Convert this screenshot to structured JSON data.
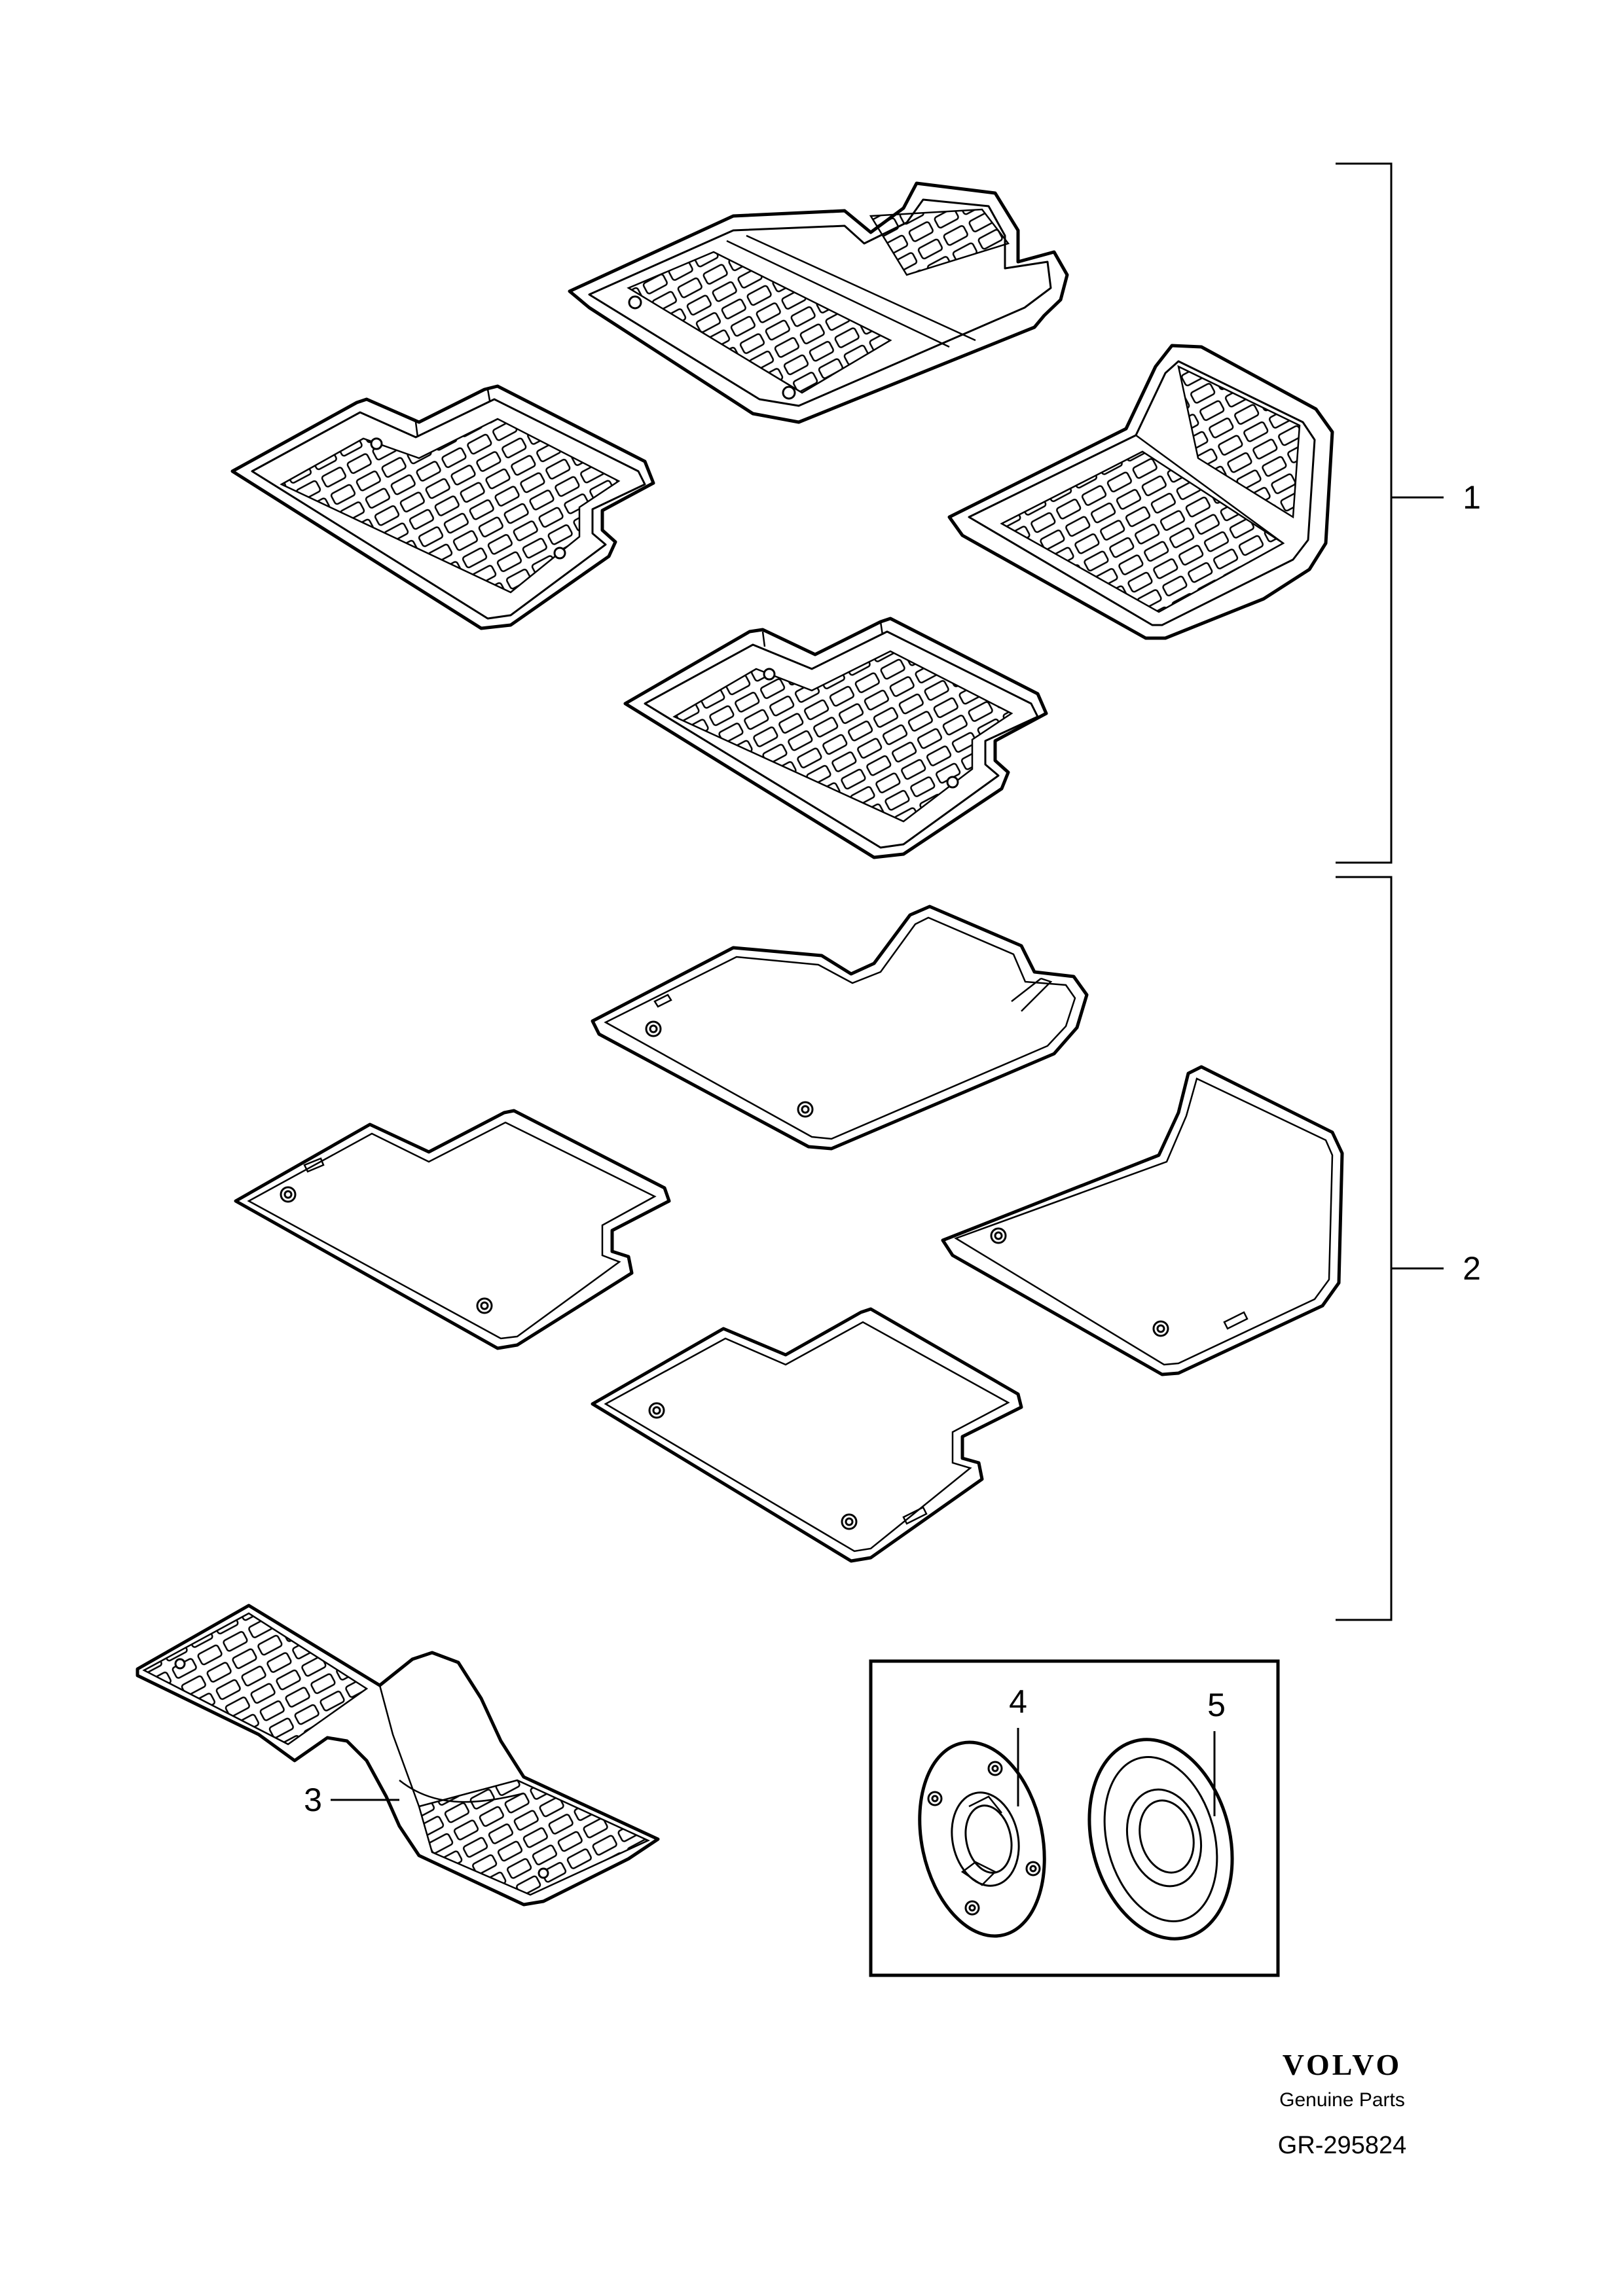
{
  "callouts": {
    "c1": "1",
    "c2": "2",
    "c3": "3",
    "c4": "4",
    "c5": "5"
  },
  "footer": {
    "brand": "VOLVO",
    "tagline": "Genuine Parts",
    "reference": "GR-295824"
  }
}
